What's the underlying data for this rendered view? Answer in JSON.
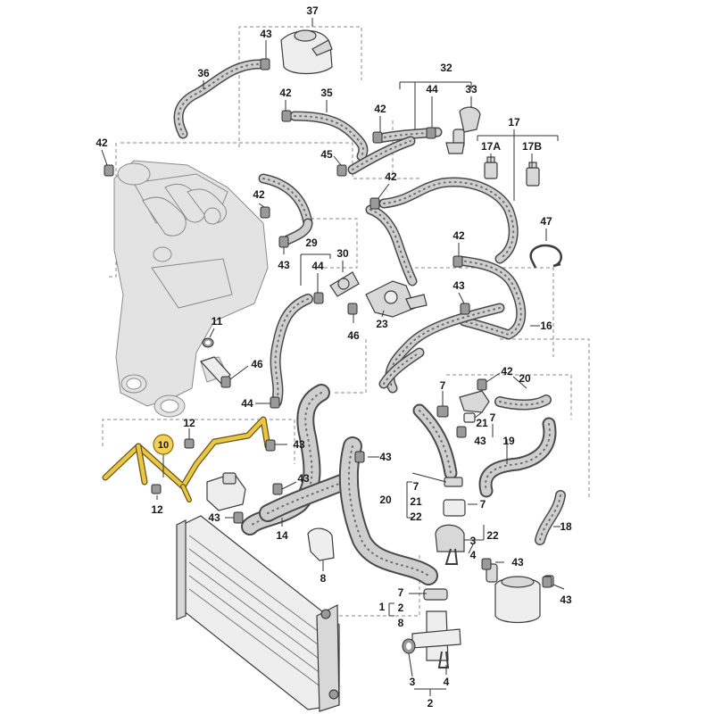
{
  "labels": {
    "p37": "37",
    "p43a": "43",
    "p36": "36",
    "p42a": "42",
    "p35": "35",
    "p32": "32",
    "p44a": "44",
    "p33": "33",
    "p42b": "42",
    "p17": "17",
    "p42c": "42",
    "p17a": "17A",
    "p17b": "17B",
    "p45": "45",
    "p42d": "42",
    "p42e": "42",
    "p43b": "43",
    "p29": "29",
    "p30": "30",
    "p44b": "44",
    "p47": "47",
    "p42f": "42",
    "p43c": "43",
    "p11": "11",
    "p23": "23",
    "p46a": "46",
    "p16": "16",
    "p46b": "46",
    "p42g": "42",
    "p20": "20",
    "p44c": "44",
    "p7a": "7",
    "p21a": "21",
    "p7b": "7",
    "p43d": "43",
    "p12a": "12",
    "p10": "10",
    "p43e": "43",
    "p19": "19",
    "p43f": "43",
    "p20b": "20",
    "p7c": "7",
    "p21b": "21",
    "p22a": "22",
    "p7d": "7",
    "p43g": "43",
    "p12b": "12",
    "p43h": "43",
    "p14": "14",
    "p18": "18",
    "p22b": "22",
    "p3a": "3",
    "p4a": "4",
    "p43i": "43",
    "p8a": "8",
    "p43j": "43",
    "p1": "1",
    "p7e": "7",
    "p2a": "2",
    "p8b": "8",
    "p3b": "3",
    "p4b": "4",
    "p2b": "2"
  },
  "colors": {
    "highlight_pipe": "#e9c646",
    "highlight_badge": "#f2cf55",
    "hose": "#4a4a4a",
    "hose_fill": "#cfcfcf",
    "engine": "#e3e3e3"
  },
  "highlighted_part": "10"
}
